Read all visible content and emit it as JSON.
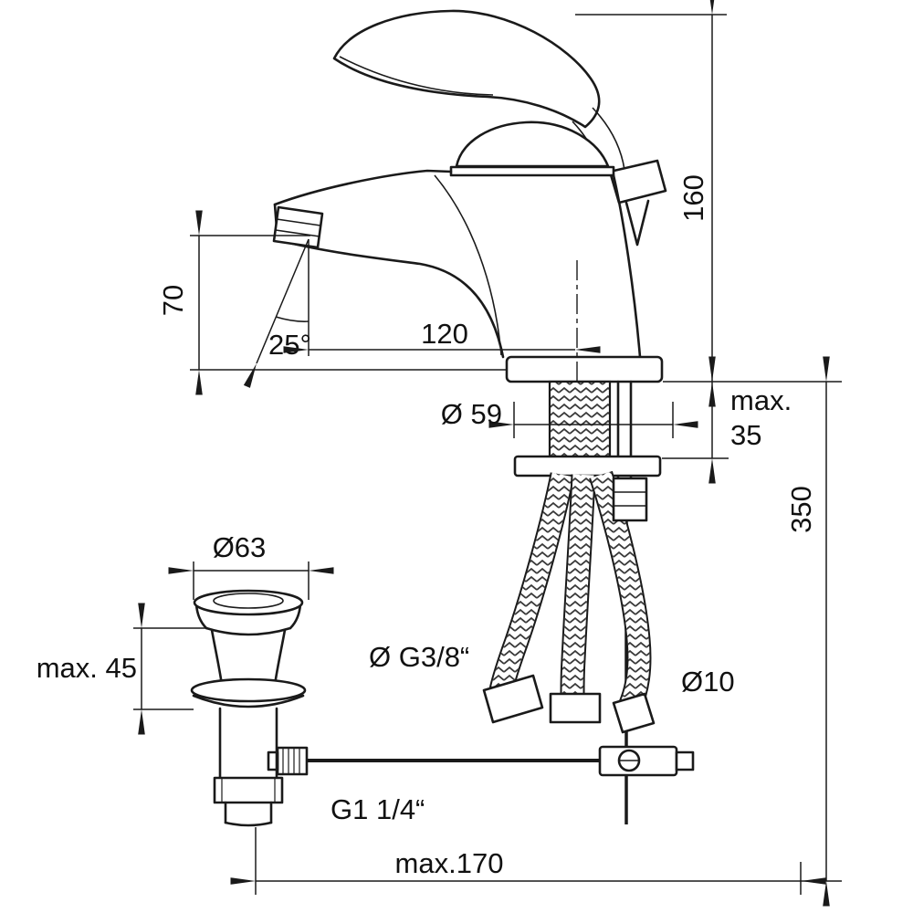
{
  "canvas": {
    "background": "#ffffff",
    "line_color": "#1a1a1a"
  },
  "dimensions": {
    "height_160": "160",
    "spout_height_70": "70",
    "spray_angle": "25°",
    "spout_reach_120": "120",
    "base_diameter": "Ø 59",
    "deck_max_line1": "max.",
    "deck_max_line2": "35",
    "below_deck_350": "350",
    "waste_cap_diameter": "Ø63",
    "waste_max_45": "max. 45",
    "supply_thread": "Ø G3/8“",
    "hose_diameter": "Ø10",
    "waste_thread": "G1 1/4“",
    "rod_reach_max_170": "max.170"
  }
}
